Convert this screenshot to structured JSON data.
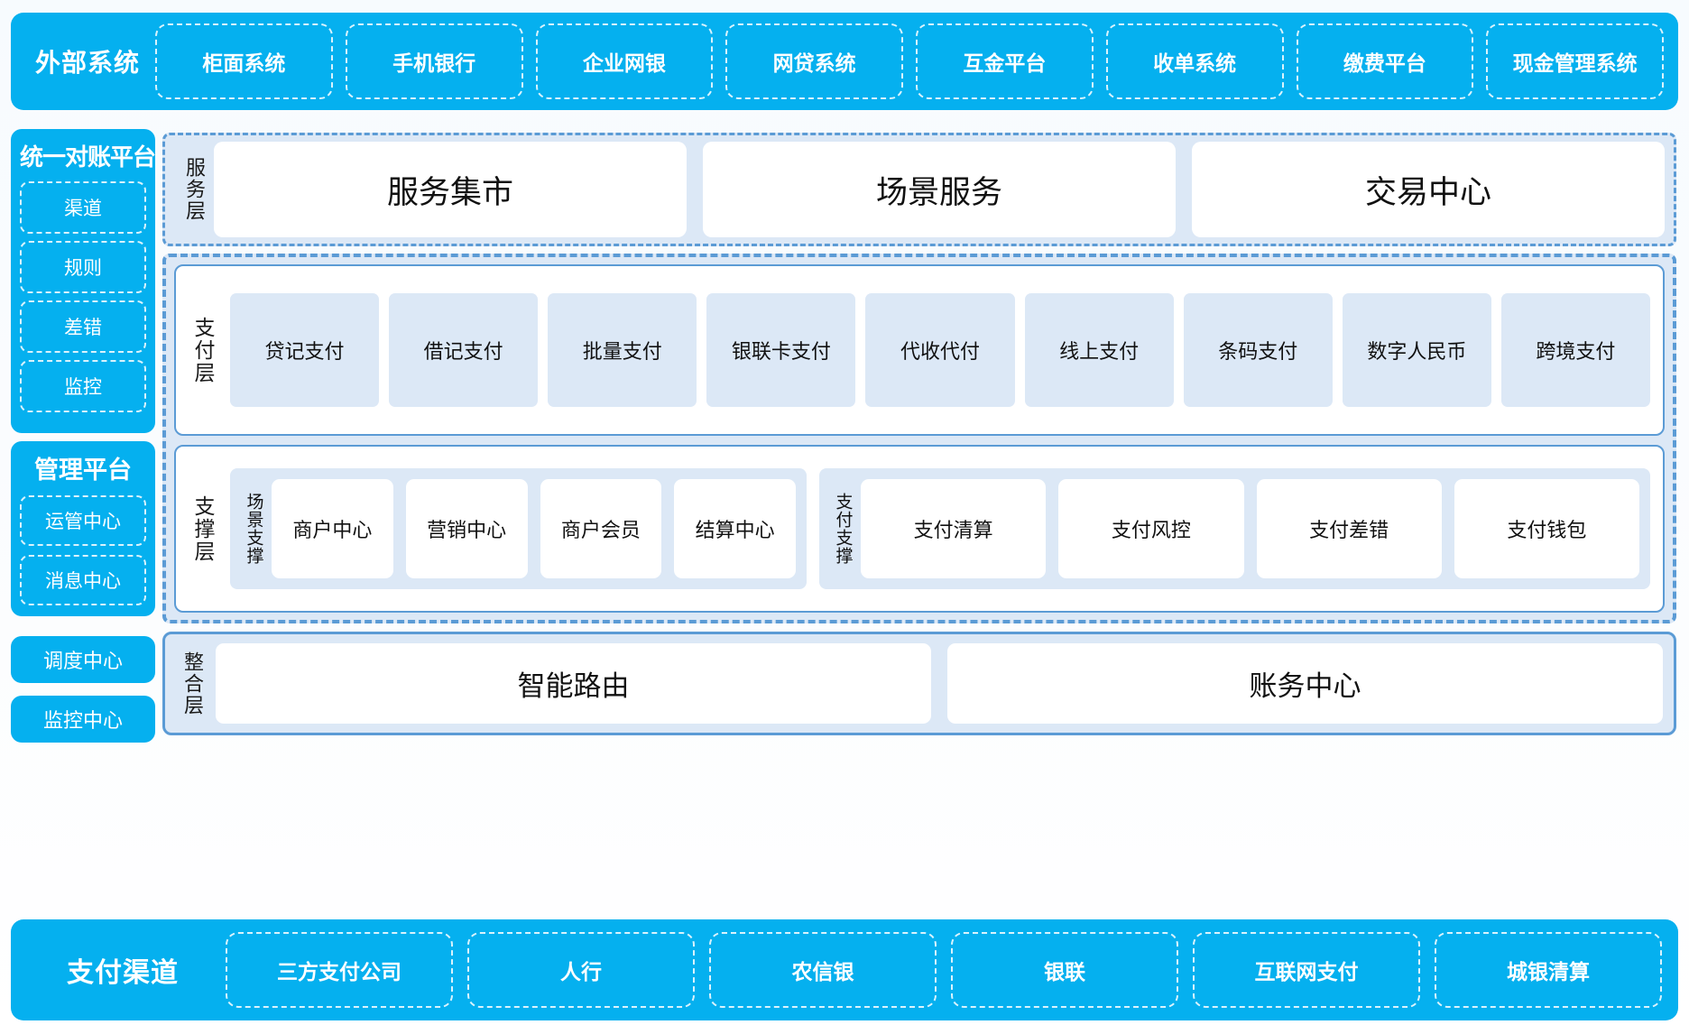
{
  "accent_color": "#05b0ef",
  "panel_border_color": "#5b9bd5",
  "panel_fill_color": "#dce8f6",
  "page_background": "#fafcfe",
  "external_systems": {
    "title": "外部系统",
    "items": [
      {
        "label": "柜面系统"
      },
      {
        "label": "手机银行"
      },
      {
        "label": "企业网银"
      },
      {
        "label": "网贷系统"
      },
      {
        "label": "互金平台"
      },
      {
        "label": "收单系统"
      },
      {
        "label": "缴费平台"
      },
      {
        "label": "现金管理系统"
      }
    ]
  },
  "sidebar": {
    "reconciliation": {
      "title": "统一对账平台",
      "items": [
        {
          "label": "渠道"
        },
        {
          "label": "规则"
        },
        {
          "label": "差错"
        },
        {
          "label": "监控"
        }
      ]
    },
    "management": {
      "title": "管理平台",
      "items": [
        {
          "label": "运管中心"
        },
        {
          "label": "消息中心"
        }
      ]
    },
    "standalone": [
      {
        "label": "调度中心"
      },
      {
        "label": "监控中心"
      }
    ]
  },
  "service_layer": {
    "label": "服务层",
    "items": [
      {
        "label": "服务集市"
      },
      {
        "label": "场景服务"
      },
      {
        "label": "交易中心"
      }
    ]
  },
  "payment_layer": {
    "label": "支付层",
    "items": [
      {
        "label": "贷记支付"
      },
      {
        "label": "借记支付"
      },
      {
        "label": "批量支付"
      },
      {
        "label": "银联卡支付"
      },
      {
        "label": "代收代付"
      },
      {
        "label": "线上支付"
      },
      {
        "label": "条码支付"
      },
      {
        "label": "数字人民币"
      },
      {
        "label": "跨境支付"
      }
    ]
  },
  "support_layer": {
    "label": "支撑层",
    "groups": [
      {
        "label": "场景支撑",
        "items": [
          {
            "label": "商户中心"
          },
          {
            "label": "营销中心"
          },
          {
            "label": "商户会员"
          },
          {
            "label": "结算中心"
          }
        ]
      },
      {
        "label": "支付支撑",
        "items": [
          {
            "label": "支付清算"
          },
          {
            "label": "支付风控"
          },
          {
            "label": "支付差错"
          },
          {
            "label": "支付钱包"
          }
        ]
      }
    ]
  },
  "integration_layer": {
    "label": "整合层",
    "items": [
      {
        "label": "智能路由"
      },
      {
        "label": "账务中心"
      }
    ]
  },
  "payment_channels": {
    "title": "支付渠道",
    "items": [
      {
        "label": "三方支付公司"
      },
      {
        "label": "人行"
      },
      {
        "label": "农信银"
      },
      {
        "label": "银联"
      },
      {
        "label": "互联网支付"
      },
      {
        "label": "城银清算"
      }
    ]
  }
}
